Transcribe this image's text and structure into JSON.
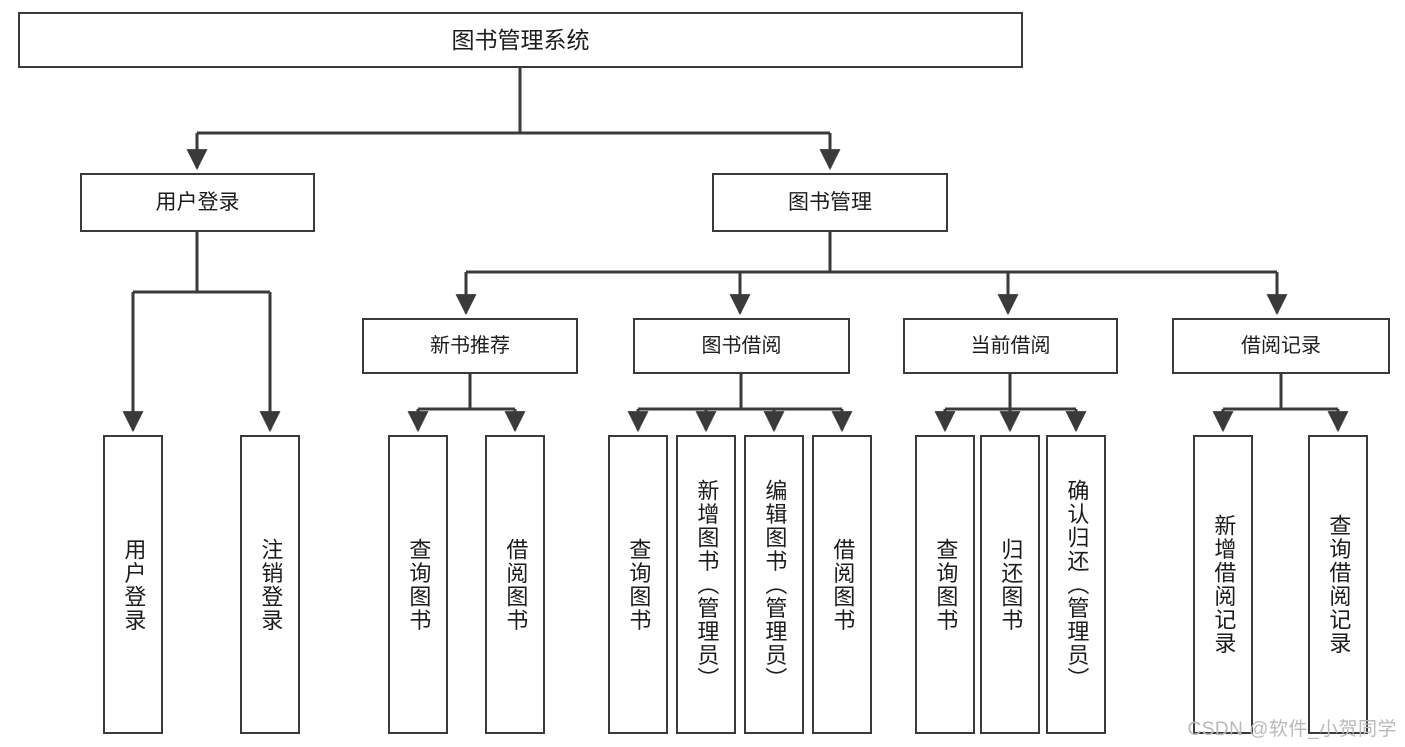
{
  "diagram": {
    "title": "图书管理系统",
    "type": "functional-structure-tree",
    "root": {
      "label": "图书管理系统"
    },
    "level2": [
      {
        "label": "用户登录"
      },
      {
        "label": "图书管理"
      }
    ],
    "level3": [
      {
        "label": "新书推荐"
      },
      {
        "label": "图书借阅"
      },
      {
        "label": "当前借阅"
      },
      {
        "label": "借阅记录"
      }
    ],
    "leaves": {
      "user_login": [
        {
          "label": "用户登录"
        },
        {
          "label": "注销登录"
        }
      ],
      "new_book_recommend": [
        {
          "label": "查询图书"
        },
        {
          "label": "借阅图书"
        }
      ],
      "book_borrow": [
        {
          "label": "查询图书"
        },
        {
          "label": "新增图书（管理员）"
        },
        {
          "label": "编辑图书（管理员）"
        },
        {
          "label": "借阅图书"
        }
      ],
      "current_borrow": [
        {
          "label": "查询图书"
        },
        {
          "label": "归还图书"
        },
        {
          "label": "确认归还（管理员）"
        }
      ],
      "borrow_record": [
        {
          "label": "新增借阅记录"
        },
        {
          "label": "查询借阅记录"
        }
      ]
    },
    "watermark": "CSDN @软件_小贺同学",
    "colors": {
      "stroke": "#3a3a3a",
      "fill": "#ffffff",
      "text": "#1c1c1c",
      "watermark": "#b9b9b9"
    }
  }
}
